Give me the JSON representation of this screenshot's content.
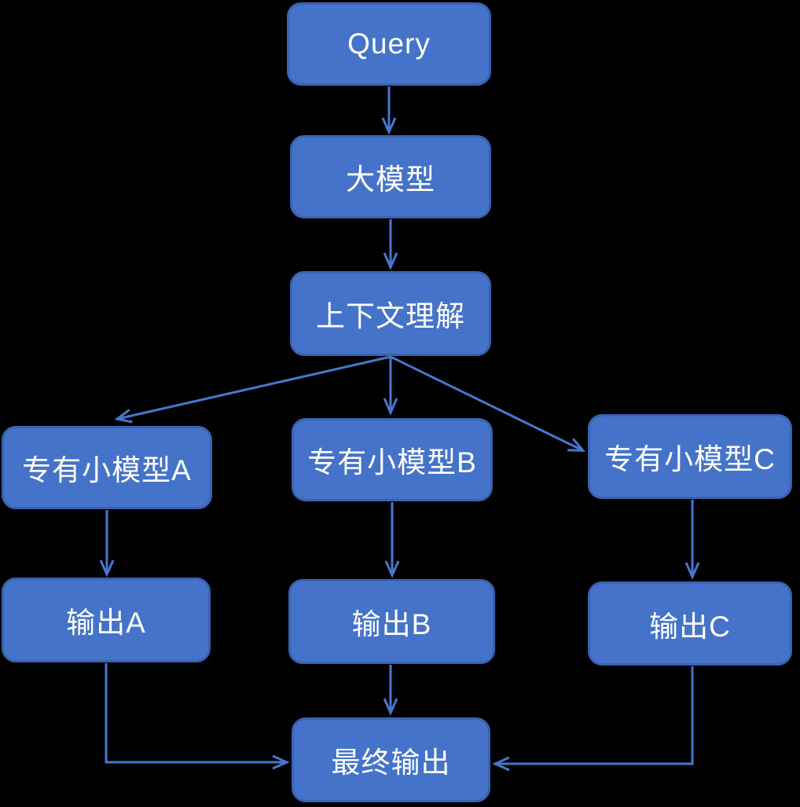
{
  "diagram": {
    "type": "flowchart",
    "background_color": "#000000",
    "node_fill_color": "#4573C9",
    "node_border_color": "#3A62B2",
    "connector_color": "#4876CE",
    "text_color": "#FFFFFF",
    "nodes": {
      "query": {
        "label": "Query"
      },
      "large_model": {
        "label": "大模型"
      },
      "context": {
        "label": "上下文理解"
      },
      "model_a": {
        "label": "专有小模型A"
      },
      "model_b": {
        "label": "专有小模型B"
      },
      "model_c": {
        "label": "专有小模型C"
      },
      "output_a": {
        "label": "输出A"
      },
      "output_b": {
        "label": "输出B"
      },
      "output_c": {
        "label": "输出C"
      },
      "final_output": {
        "label": "最终输出"
      }
    },
    "edges": [
      {
        "from": "query",
        "to": "large_model"
      },
      {
        "from": "large_model",
        "to": "context"
      },
      {
        "from": "context",
        "to": "model_a"
      },
      {
        "from": "context",
        "to": "model_b"
      },
      {
        "from": "context",
        "to": "model_c"
      },
      {
        "from": "model_a",
        "to": "output_a"
      },
      {
        "from": "model_b",
        "to": "output_b"
      },
      {
        "from": "model_c",
        "to": "output_c"
      },
      {
        "from": "output_a",
        "to": "final_output"
      },
      {
        "from": "output_b",
        "to": "final_output"
      },
      {
        "from": "output_c",
        "to": "final_output"
      }
    ]
  }
}
